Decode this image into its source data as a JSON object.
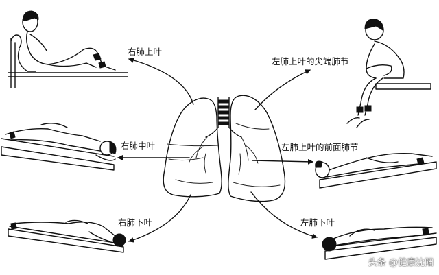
{
  "labels": {
    "right_upper": "右肺上叶",
    "right_middle": "右肺中叶",
    "right_lower": "右肺下叶",
    "left_upper_apical": "左肺上叶的尖端肺节",
    "left_upper_anterior": "左肺上叶的前面肺节",
    "left_lower": "左肺下叶"
  },
  "watermark": "头条 @健康沈阳"
}
